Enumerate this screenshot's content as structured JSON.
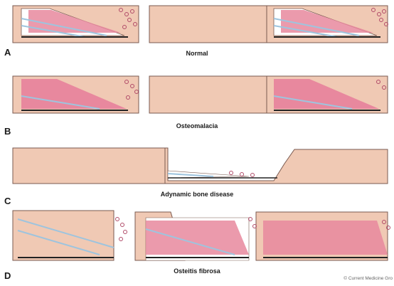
{
  "panels": [
    {
      "letter": "A",
      "caption": "Normal"
    },
    {
      "letter": "B",
      "caption": "Osteomalacia"
    },
    {
      "letter": "C",
      "caption": "Adynamic bone disease"
    },
    {
      "letter": "D",
      "caption": "Osteitis fibrosa"
    }
  ],
  "credit": "© Current Medicine Gro",
  "colors": {
    "bone_base": "#f0c9b4",
    "bone_outline": "#7a5a50",
    "osteoid": "#e8889e",
    "lamella": "#9ec4de",
    "cells": "#b04a68",
    "baseline": "#222222"
  }
}
